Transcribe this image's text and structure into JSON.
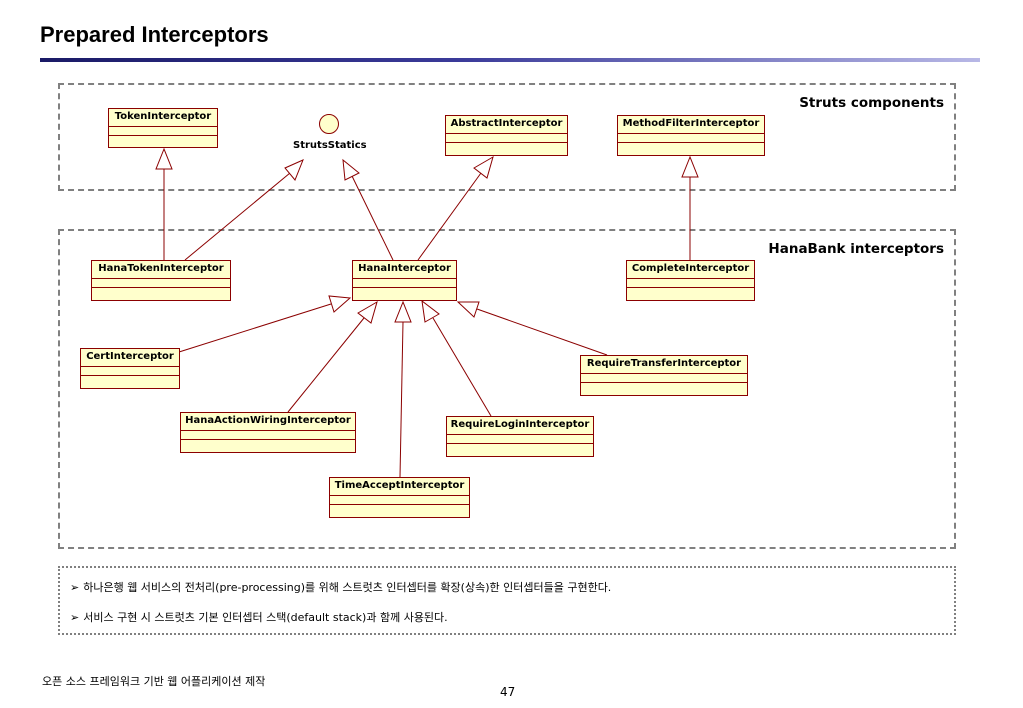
{
  "slide": {
    "title": "Prepared Interceptors",
    "footer": "오픈 소스 프레임워크 기반 웹 어플리케이션 제작",
    "page_number": "47"
  },
  "packages": {
    "struts": "Struts components",
    "hanabank": "HanaBank interceptors"
  },
  "classes": {
    "token": "TokenInterceptor",
    "abstract": "AbstractInterceptor",
    "method_filter": "MethodFilterInterceptor",
    "hana_token": "HanaTokenInterceptor",
    "hana": "HanaInterceptor",
    "complete": "CompleteInterceptor",
    "cert": "CertInterceptor",
    "require_transfer": "RequireTransferInterceptor",
    "hana_action_wiring": "HanaActionWiringInterceptor",
    "require_login": "RequireLoginInterceptor",
    "time_accept": "TimeAcceptInterceptor"
  },
  "interface": {
    "struts_statics": "StrutsStatics"
  },
  "notes": {
    "bullet_icon": "arrow-bullet",
    "items": [
      "하나은행 웹 서비스의 전처리(pre-processing)를 위해 스트럿츠 인터셉터를 확장(상속)한 인터셉터들을 구현한다.",
      "서비스 구현 시 스트럿츠 기본 인터셉터 스택(default stack)과 함께 사용된다."
    ]
  }
}
